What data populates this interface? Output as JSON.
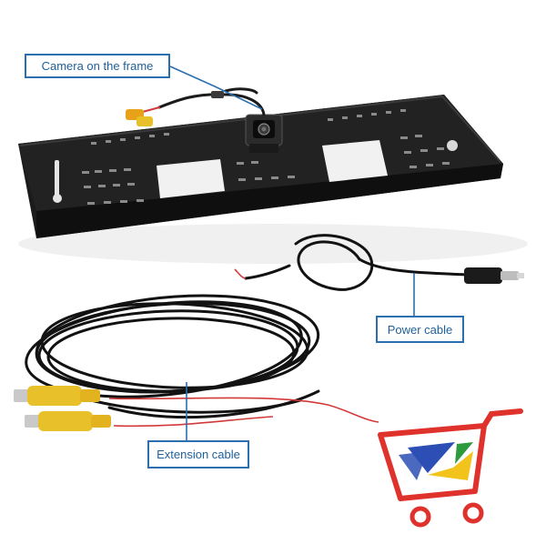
{
  "callouts": {
    "camera": "Camera on the frame",
    "power": "Power cable",
    "extension": "Extension cable"
  },
  "colors": {
    "frame": "#141414",
    "callout_border": "#2a6fb0",
    "callout_text": "#1f5f99",
    "rca_yellow": "#e8c02a",
    "wire_red": "#d23a3a",
    "logo_blue": "#2d4fb5",
    "logo_red": "#e0322c",
    "logo_green": "#2e9a3e",
    "logo_yellow": "#f2c31a"
  }
}
